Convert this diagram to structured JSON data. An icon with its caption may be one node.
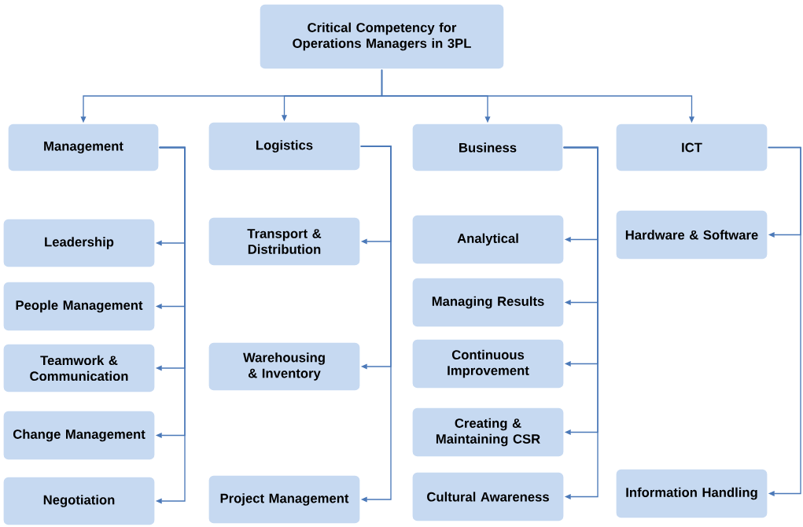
{
  "diagram": {
    "nodes": [
      {
        "text": [
          "Critical Competency for Operations Managers in 3PL"
        ]
      },
      {
        "text": [
          "Management"
        ]
      },
      {
        "text": [
          "Logistics"
        ]
      },
      {
        "text": [
          "Business"
        ]
      },
      {
        "text": [
          "ICT"
        ]
      },
      {
        "text": [
          "Leadership"
        ]
      },
      {
        "text": [
          "People Management"
        ]
      },
      {
        "text": [
          "Teamwork & Communication"
        ]
      },
      {
        "text": [
          "Change Management"
        ]
      },
      {
        "text": [
          "Negotiation"
        ]
      },
      {
        "text": [
          "Transport & Distribution"
        ]
      },
      {
        "text": [
          "Warehousing & Inventory"
        ]
      },
      {
        "text": [
          "Project Management"
        ]
      },
      {
        "text": [
          "Analytical"
        ]
      },
      {
        "text": [
          "Managing Results"
        ]
      },
      {
        "text": [
          "Continuous Improvement"
        ]
      },
      {
        "text": [
          "Creating & Maintaining CSR"
        ]
      },
      {
        "text": [
          "Cultural Awareness"
        ]
      },
      {
        "text": [
          "Hardware & Software"
        ]
      },
      {
        "text": [
          "Information Handling"
        ]
      }
    ],
    "edges": [
      {
        "from": 0,
        "to": 1,
        "arrow": "to"
      },
      {
        "from": 0,
        "to": 2,
        "arrow": "to"
      },
      {
        "from": 0,
        "to": 3,
        "arrow": "to"
      },
      {
        "from": 0,
        "to": 4,
        "arrow": "to"
      },
      {
        "from": 1,
        "to": 5,
        "arrow": "to"
      },
      {
        "from": 1,
        "to": 6,
        "arrow": "to"
      },
      {
        "from": 1,
        "to": 7,
        "arrow": "to"
      },
      {
        "from": 1,
        "to": 8,
        "arrow": "to"
      },
      {
        "from": 1,
        "to": 9,
        "arrow": "to"
      },
      {
        "from": 2,
        "to": 10,
        "arrow": "to"
      },
      {
        "from": 2,
        "to": 11,
        "arrow": "to"
      },
      {
        "from": 2,
        "to": 12,
        "arrow": "to"
      },
      {
        "from": 3,
        "to": 13,
        "arrow": "to"
      },
      {
        "from": 3,
        "to": 14,
        "arrow": "to"
      },
      {
        "from": 3,
        "to": 15,
        "arrow": "to"
      },
      {
        "from": 3,
        "to": 16,
        "arrow": "to"
      },
      {
        "from": 3,
        "to": 17,
        "arrow": "to"
      },
      {
        "from": 4,
        "to": 18,
        "arrow": "to"
      },
      {
        "from": 4,
        "to": 19,
        "arrow": "to"
      }
    ]
  }
}
